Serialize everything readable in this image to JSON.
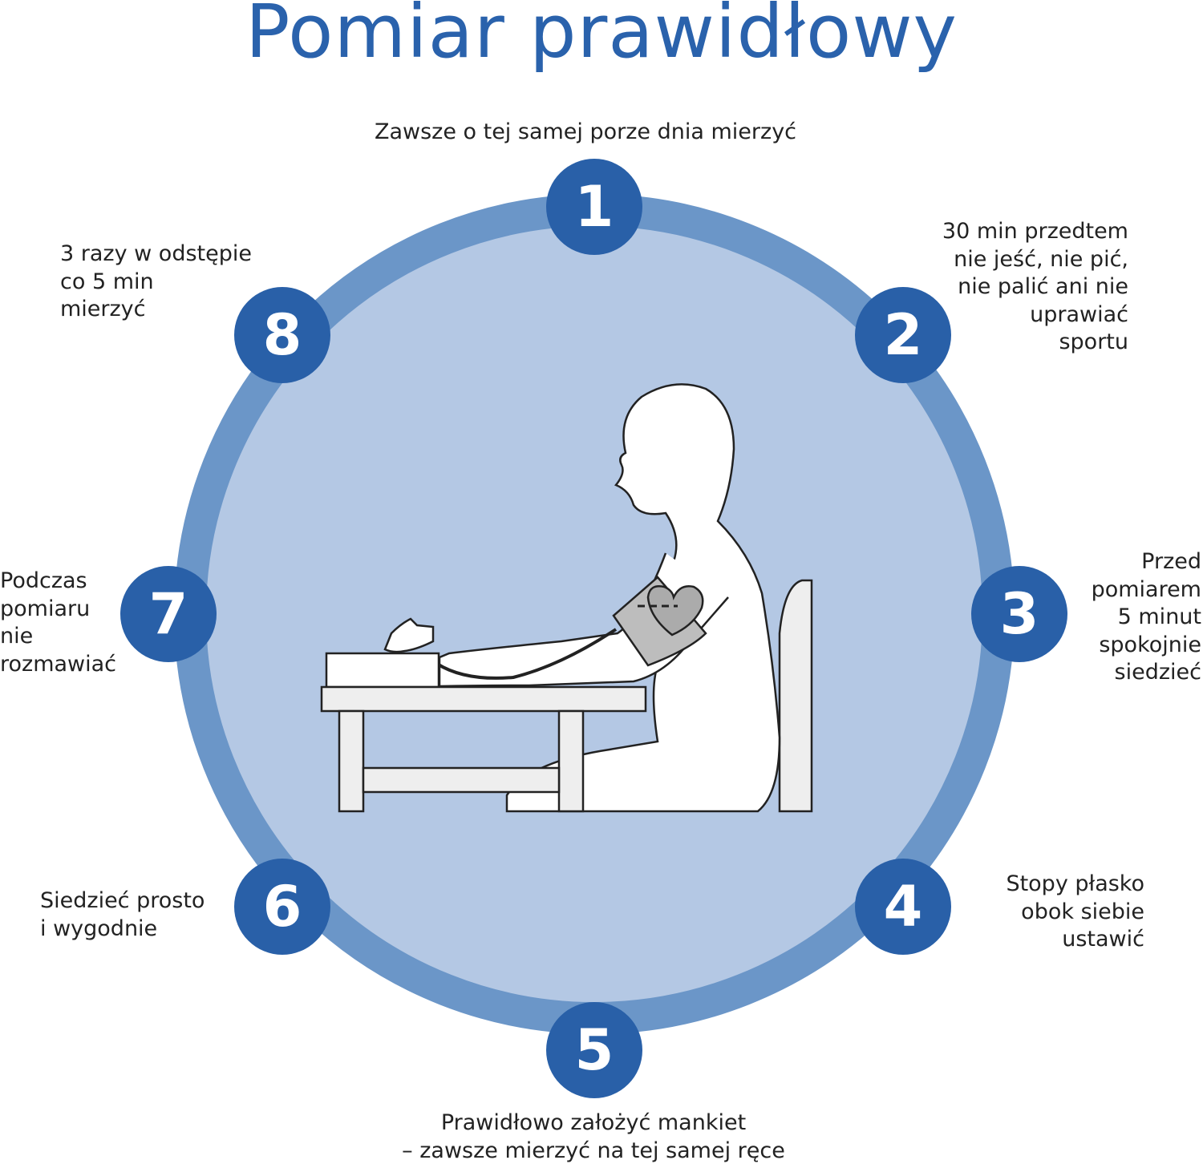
{
  "title": "Pomiar prawidłowy",
  "colors": {
    "title": "#2a62ac",
    "badge": "#2960a8",
    "ring": "#6b96c8",
    "inner": "#b4c8e4"
  },
  "steps": [
    {
      "number": "1",
      "lines": [
        "Zawsze o tej samej porze dnia mierzyć"
      ]
    },
    {
      "number": "2",
      "lines": [
        "30 min przedtem",
        "nie jeść, nie pić,",
        "nie palić ani nie",
        "uprawiać",
        "sportu"
      ]
    },
    {
      "number": "3",
      "lines": [
        "Przed",
        "pomiarem",
        "5 minut",
        "spokojnie",
        "siedzieć"
      ]
    },
    {
      "number": "4",
      "lines": [
        "Stopy płasko",
        "obok siebie",
        "ustawić"
      ]
    },
    {
      "number": "5",
      "lines": [
        "Prawidłowo założyć mankiet",
        "– zawsze mierzyć na tej samej ręce"
      ]
    },
    {
      "number": "6",
      "lines": [
        "Siedzieć prosto",
        "i wygodnie"
      ]
    },
    {
      "number": "7",
      "lines": [
        "Podczas",
        "pomiaru",
        "nie",
        "rozmawiać"
      ]
    },
    {
      "number": "8",
      "lines": [
        "3 razy w odstępie",
        "co 5 min",
        "mierzyć"
      ]
    }
  ]
}
